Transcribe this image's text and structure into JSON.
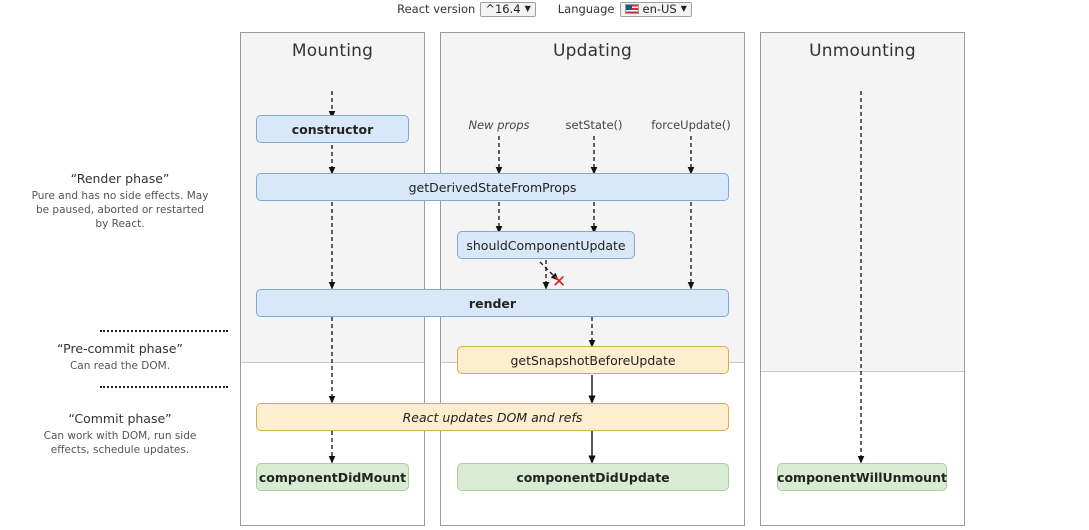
{
  "toolbar": {
    "version_label": "React version",
    "version_value": "^16.4",
    "language_label": "Language",
    "language_value": "en-US",
    "caret": "▼"
  },
  "columns": [
    {
      "name": "mounting",
      "title": "Mounting"
    },
    {
      "name": "updating",
      "title": "Updating"
    },
    {
      "name": "unmounting",
      "title": "Unmounting"
    }
  ],
  "phases": [
    {
      "title": "“Render phase”",
      "desc": "Pure and has no side effects. May be paused, aborted or restarted by React."
    },
    {
      "title": "“Pre-commit phase”",
      "desc": "Can read the DOM."
    },
    {
      "title": "“Commit phase”",
      "desc": "Can work with DOM, run side effects, schedule updates."
    }
  ],
  "triggers": [
    {
      "label": "New props",
      "style": "italic"
    },
    {
      "label": "setState()",
      "style": "normal"
    },
    {
      "label": "forceUpdate()",
      "style": "normal"
    }
  ],
  "boxes": {
    "constructor": "constructor",
    "get_derived_state_from_props": "getDerivedStateFromProps",
    "should_component_update": "shouldComponentUpdate",
    "render": "render",
    "get_snapshot_before_update": "getSnapshotBeforeUpdate",
    "react_updates_dom": "React updates DOM and refs",
    "component_did_mount": "componentDidMount",
    "component_did_update": "componentDidUpdate",
    "component_will_unmount": "componentWillUnmount"
  },
  "annotations": {
    "skip_render_x": "✕"
  },
  "colors": {
    "blue_fill": "#d9e8f8",
    "blue_border": "#7fa9d8",
    "orange_fill": "#fdeecd",
    "orange_border": "#dcab50",
    "green_fill": "#d8ecd3",
    "green_border": "#a9cfa1",
    "panel_shade": "#f4f4f4",
    "x_red": "#e02020"
  }
}
